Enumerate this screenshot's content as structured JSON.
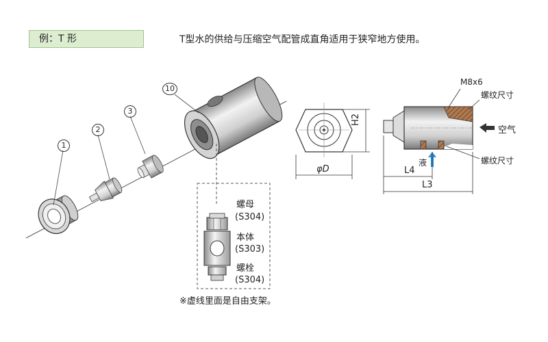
{
  "header": {
    "example_tag": "例：T 形",
    "description": "T型水的供给与压缩空气配管成直角适用于狭窄地方使用。"
  },
  "callouts": {
    "part1": "1",
    "part2": "2",
    "part3": "3",
    "part10": "10"
  },
  "parts_box": {
    "nut_label": "螺母",
    "nut_material": "(S304)",
    "body_label": "本体",
    "body_material": "(S303)",
    "bolt_label": "螺栓",
    "bolt_material": "(S304)"
  },
  "front_view": {
    "height_dim": "H2",
    "diameter_dim": "φD"
  },
  "side_view": {
    "thread_spec": "M8x6",
    "thread_size_top": "螺纹尺寸",
    "thread_size_bottom": "螺纹尺寸",
    "air_label": "空气",
    "liquid_label": "液",
    "dim_l4": "L4",
    "dim_l3": "L3"
  },
  "footnote": "※虚线里面是自由支架。",
  "colors": {
    "tag_bg": "#dcedd0",
    "liquid_arrow": "#2a8fd6"
  }
}
